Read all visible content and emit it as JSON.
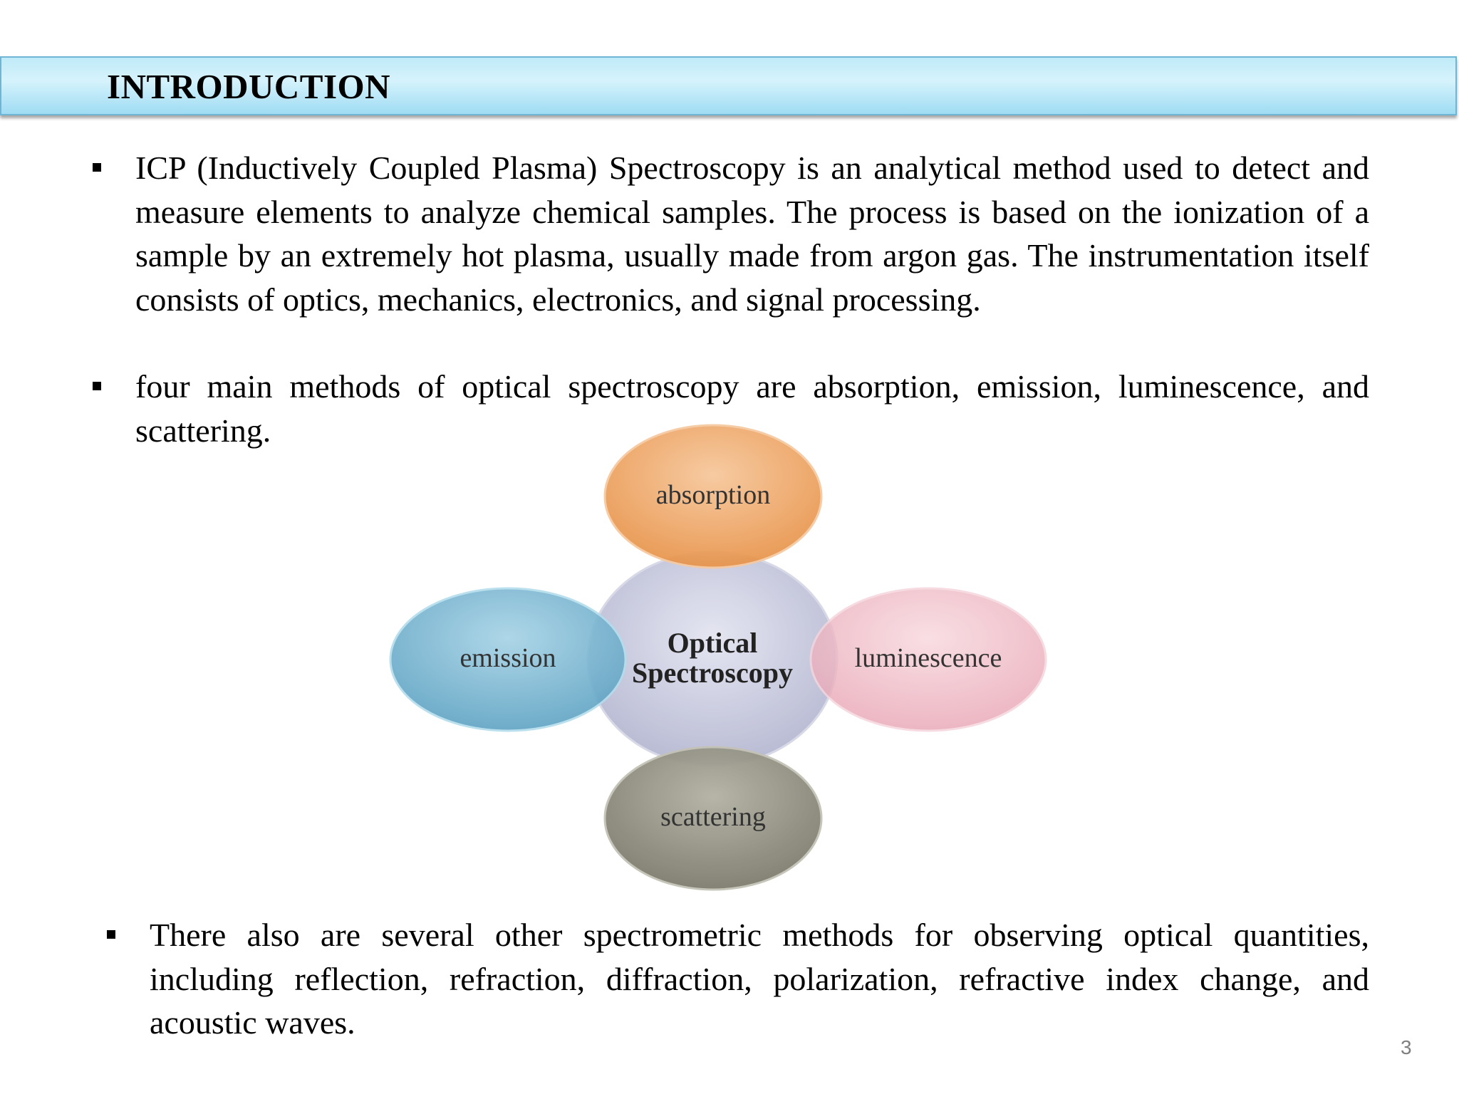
{
  "header": {
    "title": "INTRODUCTION"
  },
  "bullets": [
    {
      "text": "ICP (Inductively Coupled Plasma) Spectroscopy is an analytical method used to detect and measure elements to analyze chemical samples. The process is based on the ionization of a sample by an extremely hot plasma, usually made from argon gas. The instrumentation itself consists of optics, mechanics, electronics, and signal processing."
    },
    {
      "text": "four main methods of optical spectroscopy are absorption, emission, luminescence, and scattering."
    },
    {
      "text": "There also are several other spectrometric methods for observing optical quantities, including reflection, refraction, diffraction, polarization, refractive index change, and acoustic waves."
    }
  ],
  "diagram": {
    "center": {
      "line1": "Optical",
      "line2": "Spectroscopy",
      "color": "#c9cbe0"
    },
    "petals": [
      {
        "label": "absorption",
        "color": "#f0a35c",
        "position": "top"
      },
      {
        "label": "emission",
        "color": "#6fb1cf",
        "position": "left"
      },
      {
        "label": "luminescence",
        "color": "#f0b8c4",
        "position": "right"
      },
      {
        "label": "scattering",
        "color": "#8f8d7e",
        "position": "bottom"
      }
    ]
  },
  "footer": {
    "page_number": "3"
  }
}
